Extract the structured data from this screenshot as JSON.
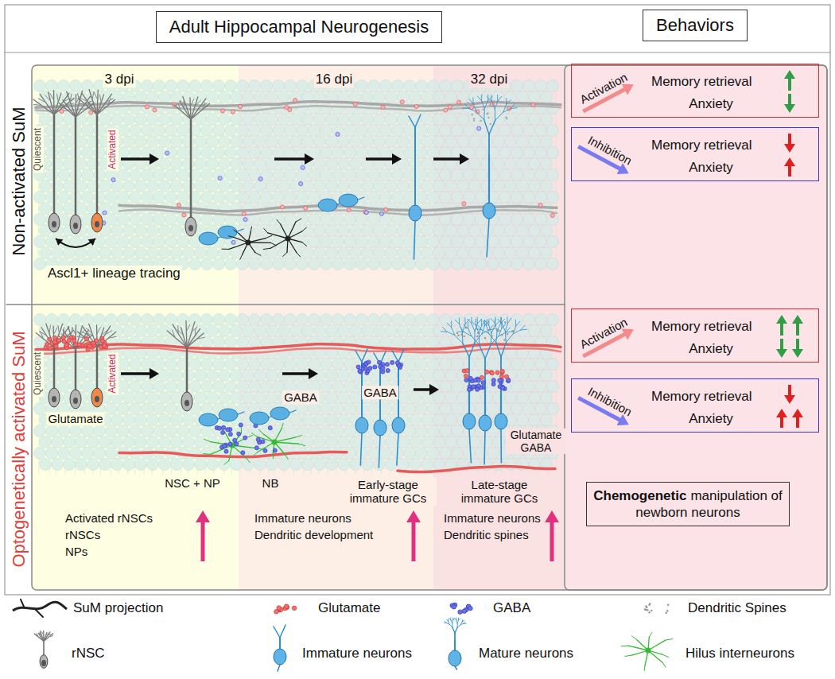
{
  "diagram": {
    "nodes": [
      {
        "text": [
          "Adult Hippocampal Neurogenesis"
        ]
      },
      {
        "text": [
          "Behaviors"
        ]
      },
      {
        "text": [
          "Activation",
          "Memory retrieval",
          "Anxiety"
        ]
      },
      {
        "text": [
          "Inhibition",
          "Memory retrieval",
          "Anxiety"
        ]
      },
      {
        "text": [
          "Activation",
          "Memory retrieval",
          "Anxiety"
        ]
      },
      {
        "text": [
          "Inhibition",
          "Memory retrieval",
          "Anxiety"
        ]
      },
      {
        "text": [
          "Chemogenetic",
          "manipulation of newborn neurons"
        ]
      }
    ],
    "labels": [
      "Non-activated SuM",
      "Optogenetically activated SuM",
      "3 dpi",
      "16 dpi",
      "32 dpi",
      "Quiescent",
      "Activated",
      "Ascl1+ lineage tracing",
      "Quiescent",
      "Activated",
      "Glutamate",
      "GABA",
      "GABA",
      "Glutamate GABA",
      "NSC + NP",
      "NB",
      "Early-stage immature GCs",
      "Late-stage immature GCs",
      "Activated rNSCs",
      "rNSCs",
      "NPs",
      "Immature neurons",
      "Dendritic development",
      "Immature neurons",
      "Dendritic spines"
    ],
    "legend": [
      {
        "text": "SuM projection"
      },
      {
        "text": "Glutamate"
      },
      {
        "text": "GABA"
      },
      {
        "text": "Dendritic Spines"
      },
      {
        "text": "rNSC"
      },
      {
        "text": "Immature neurons"
      },
      {
        "text": "Mature neurons"
      },
      {
        "text": "Hilus interneurons"
      }
    ]
  }
}
